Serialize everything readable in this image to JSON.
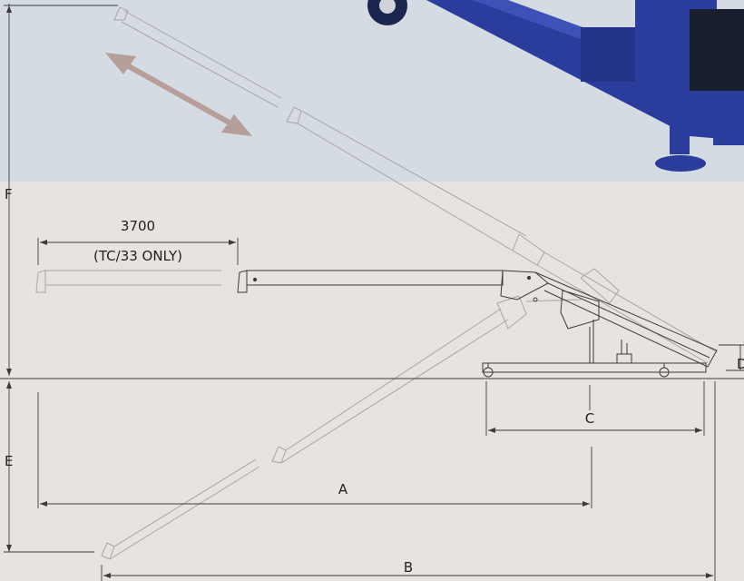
{
  "dimensions": {
    "note_value": "3700",
    "note_qualifier": "(TC/33 ONLY)",
    "labels": {
      "a": "A",
      "b": "B",
      "c": "C",
      "d": "D",
      "e": "E",
      "f": "F"
    }
  },
  "colors": {
    "photo_background": "#d5dbe2",
    "drawing_background": "#e7e3e0",
    "machine_blue": "#2a3d9c",
    "arrow": "#b59f98",
    "outline_faint": "#a9a6a4",
    "outline_dark": "#3b3b3b"
  }
}
